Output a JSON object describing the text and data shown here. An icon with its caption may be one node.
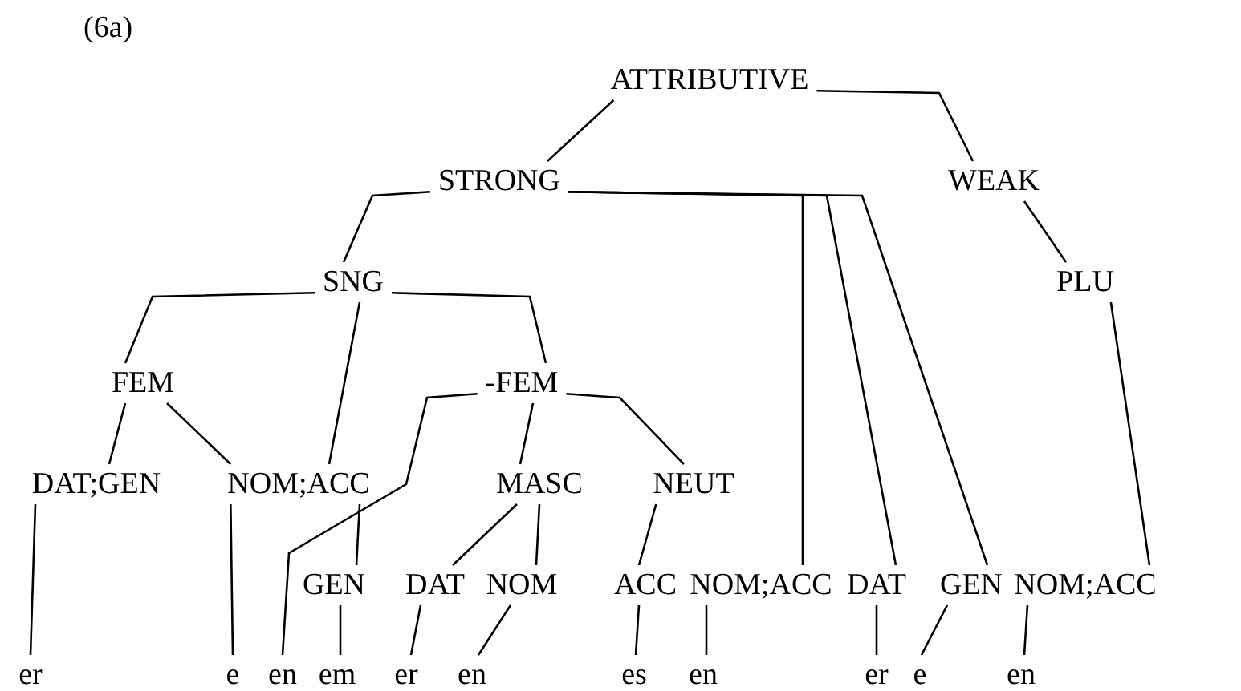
{
  "diagram": {
    "nodes": [
      {
        "text": [
          "ATTRIBUTIVE"
        ]
      },
      {
        "text": [
          "STRONG"
        ]
      },
      {
        "text": [
          "WEAK"
        ]
      },
      {
        "text": [
          "SNG"
        ]
      },
      {
        "text": [
          "PLU"
        ]
      },
      {
        "text": [
          "FEM"
        ]
      },
      {
        "text": [
          "-FEM"
        ]
      },
      {
        "text": [
          "DAT;GEN"
        ]
      },
      {
        "text": [
          "NOM;ACC"
        ]
      },
      {
        "text": [
          "MASC"
        ]
      },
      {
        "text": [
          "NEUT"
        ]
      },
      {
        "text": [
          "GEN"
        ]
      },
      {
        "text": [
          "DAT"
        ]
      },
      {
        "text": [
          "NOM"
        ]
      },
      {
        "text": [
          "ACC"
        ]
      },
      {
        "text": [
          "NOM;ACC"
        ]
      },
      {
        "text": [
          "DAT"
        ]
      },
      {
        "text": [
          "GEN"
        ]
      },
      {
        "text": [
          "NOM;ACC"
        ]
      },
      {
        "text": [
          "er"
        ]
      },
      {
        "text": [
          "e"
        ]
      },
      {
        "text": [
          "en"
        ]
      },
      {
        "text": [
          "em"
        ]
      },
      {
        "text": [
          "er"
        ]
      },
      {
        "text": [
          "en"
        ]
      },
      {
        "text": [
          "es"
        ]
      },
      {
        "text": [
          "en"
        ]
      },
      {
        "text": [
          "er"
        ]
      },
      {
        "text": [
          "e"
        ]
      },
      {
        "text": [
          "en"
        ]
      }
    ],
    "edges": [
      {
        "from": 0,
        "to": 1,
        "arrow": "none"
      },
      {
        "from": 0,
        "to": 2,
        "arrow": "none"
      },
      {
        "from": 1,
        "to": 3,
        "arrow": "none"
      },
      {
        "from": 1,
        "to": 15,
        "arrow": "none"
      },
      {
        "from": 1,
        "to": 16,
        "arrow": "none"
      },
      {
        "from": 1,
        "to": 17,
        "arrow": "none"
      },
      {
        "from": 2,
        "to": 4,
        "arrow": "none"
      },
      {
        "from": 4,
        "to": 18,
        "arrow": "none"
      },
      {
        "from": 3,
        "to": 5,
        "arrow": "none"
      },
      {
        "from": 3,
        "to": 8,
        "arrow": "none"
      },
      {
        "from": 3,
        "to": 6,
        "arrow": "none"
      },
      {
        "from": 5,
        "to": 7,
        "arrow": "none"
      },
      {
        "from": 5,
        "to": 8,
        "arrow": "none"
      },
      {
        "from": 6,
        "to": 21,
        "arrow": "none"
      },
      {
        "from": 6,
        "to": 9,
        "arrow": "none"
      },
      {
        "from": 6,
        "to": 10,
        "arrow": "none"
      },
      {
        "from": 8,
        "to": 11,
        "arrow": "none"
      },
      {
        "from": 9,
        "to": 12,
        "arrow": "none"
      },
      {
        "from": 9,
        "to": 13,
        "arrow": "none"
      },
      {
        "from": 10,
        "to": 14,
        "arrow": "none"
      },
      {
        "from": 7,
        "to": 19,
        "arrow": "none"
      },
      {
        "from": 8,
        "to": 20,
        "arrow": "none"
      },
      {
        "from": 11,
        "to": 22,
        "arrow": "none"
      },
      {
        "from": 12,
        "to": 23,
        "arrow": "none"
      },
      {
        "from": 13,
        "to": 24,
        "arrow": "none"
      },
      {
        "from": 14,
        "to": 25,
        "arrow": "none"
      },
      {
        "from": 15,
        "to": 26,
        "arrow": "none"
      },
      {
        "from": 16,
        "to": 27,
        "arrow": "none"
      },
      {
        "from": 17,
        "to": 28,
        "arrow": "none"
      },
      {
        "from": 18,
        "to": 29,
        "arrow": "none"
      }
    ],
    "labels": [
      "(6a)"
    ]
  }
}
